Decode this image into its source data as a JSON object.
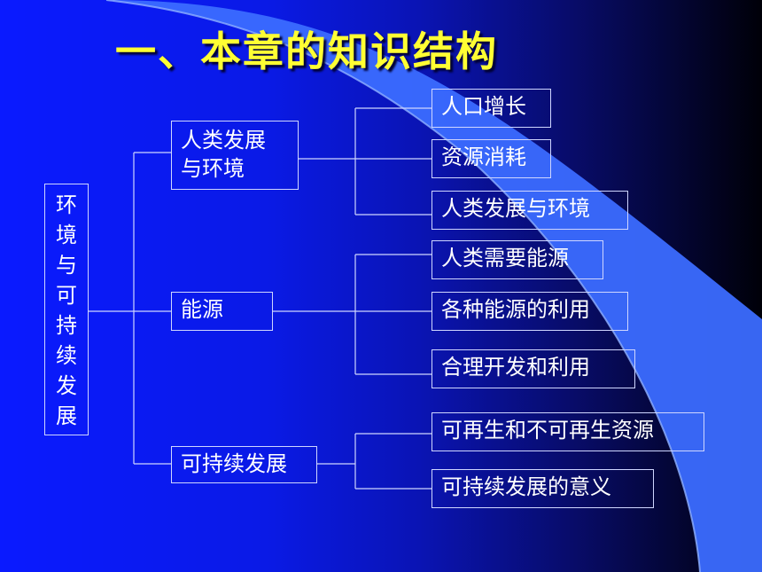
{
  "title": "一、本章的知识结构",
  "root": {
    "label": "环境与可持续发展",
    "chars": [
      "环",
      "境",
      "与",
      "可",
      "持",
      "续",
      "发",
      "展"
    ]
  },
  "branches": [
    {
      "label_lines": [
        "人类发展",
        "与环境"
      ],
      "children": [
        "人口增长",
        "资源消耗",
        "人类发展与环境"
      ]
    },
    {
      "label_lines": [
        "能源"
      ],
      "children": [
        "人类需要能源",
        "各种能源的利用",
        "合理开发和利用"
      ]
    },
    {
      "label_lines": [
        "可持续发展"
      ],
      "children": [
        "可再生和不可再生资源",
        "可持续发展的意义"
      ]
    }
  ],
  "colors": {
    "title": "#ffff33",
    "text": "#ffffff",
    "line": "#cfd6ff",
    "swoosh": "#3b6cff"
  }
}
